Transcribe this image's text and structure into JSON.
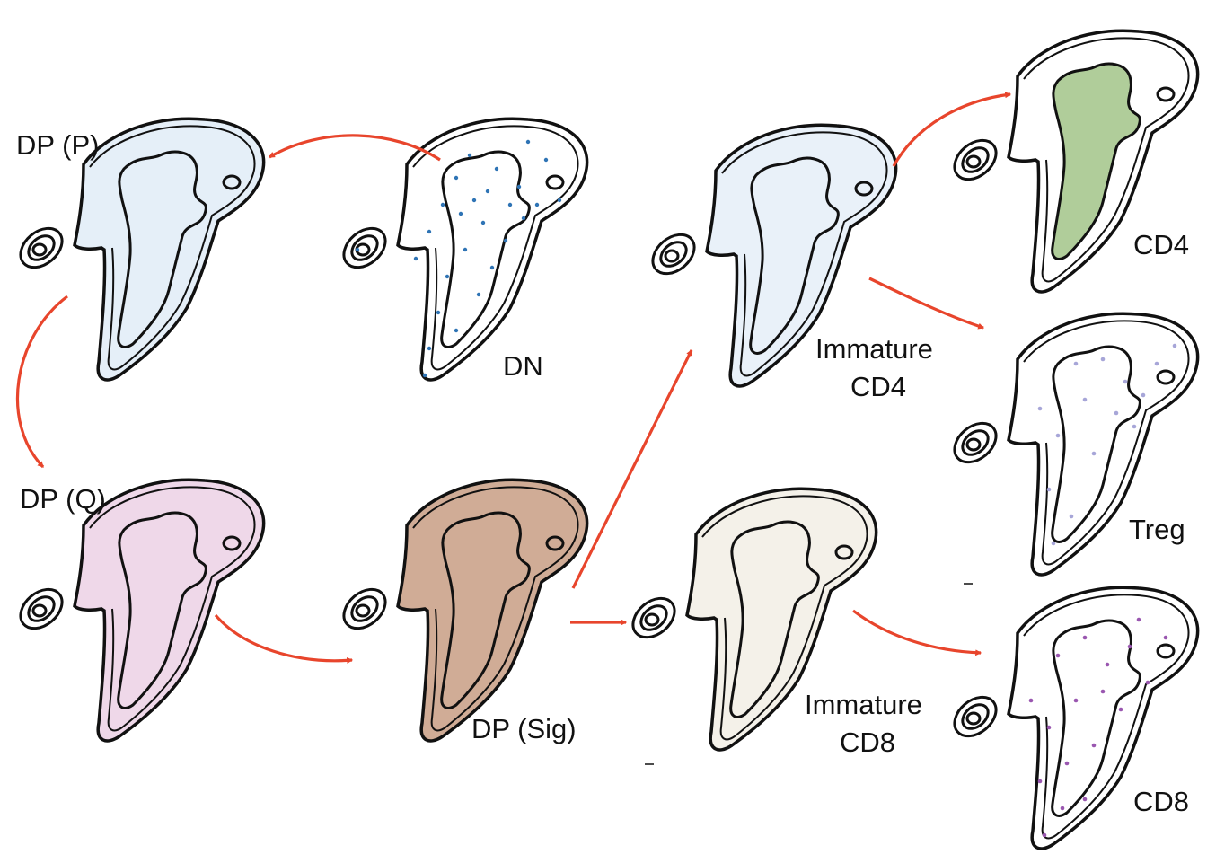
{
  "labels": {
    "dp_p": "DP (P)",
    "dn": "DN",
    "dp_q": "DP (Q)",
    "dp_sig": "DP (Sig)",
    "immature_cd4_line1": "Immature",
    "immature_cd4_line2": "CD4",
    "immature_cd8_line1": "Immature",
    "immature_cd8_line2": "CD8",
    "cd4": "CD4",
    "treg": "Treg",
    "cd8": "CD8"
  },
  "colors": {
    "arrow": "#e8452c",
    "contour": "#111111",
    "dn": "#2f74b5",
    "dp_p": "#8ab6dd",
    "dp_q": "#dca8cf",
    "dp_sig": "#a9683f",
    "immature_cd4": "#a8c6e6",
    "immature_cd8": "#cfbf99",
    "cd4": "#8fb86f",
    "treg": "#a7a6d8",
    "cd8": "#9a57b0"
  },
  "panels": [
    {
      "id": "dp_p",
      "fill": "light",
      "label": "DP (P)"
    },
    {
      "id": "dn",
      "fill": "scatter",
      "label": "DN"
    },
    {
      "id": "dp_q",
      "fill": "solid",
      "label": "DP (Q)"
    },
    {
      "id": "dp_sig",
      "fill": "solid",
      "label": "DP (Sig)"
    },
    {
      "id": "immature_cd4",
      "fill": "light",
      "label": "Immature CD4"
    },
    {
      "id": "immature_cd8",
      "fill": "light",
      "label": "Immature CD8"
    },
    {
      "id": "cd4",
      "fill": "solid",
      "label": "CD4"
    },
    {
      "id": "treg",
      "fill": "scatter",
      "label": "Treg"
    },
    {
      "id": "cd8",
      "fill": "scatter",
      "label": "CD8"
    }
  ],
  "transitions": [
    {
      "from": "dn",
      "to": "dp_p"
    },
    {
      "from": "dp_p",
      "to": "dp_q"
    },
    {
      "from": "dp_q",
      "to": "dp_sig"
    },
    {
      "from": "dp_sig",
      "to": "immature_cd4"
    },
    {
      "from": "dp_sig",
      "to": "immature_cd8"
    },
    {
      "from": "immature_cd4",
      "to": "cd4"
    },
    {
      "from": "immature_cd4",
      "to": "treg"
    },
    {
      "from": "immature_cd8",
      "to": "cd8"
    }
  ]
}
